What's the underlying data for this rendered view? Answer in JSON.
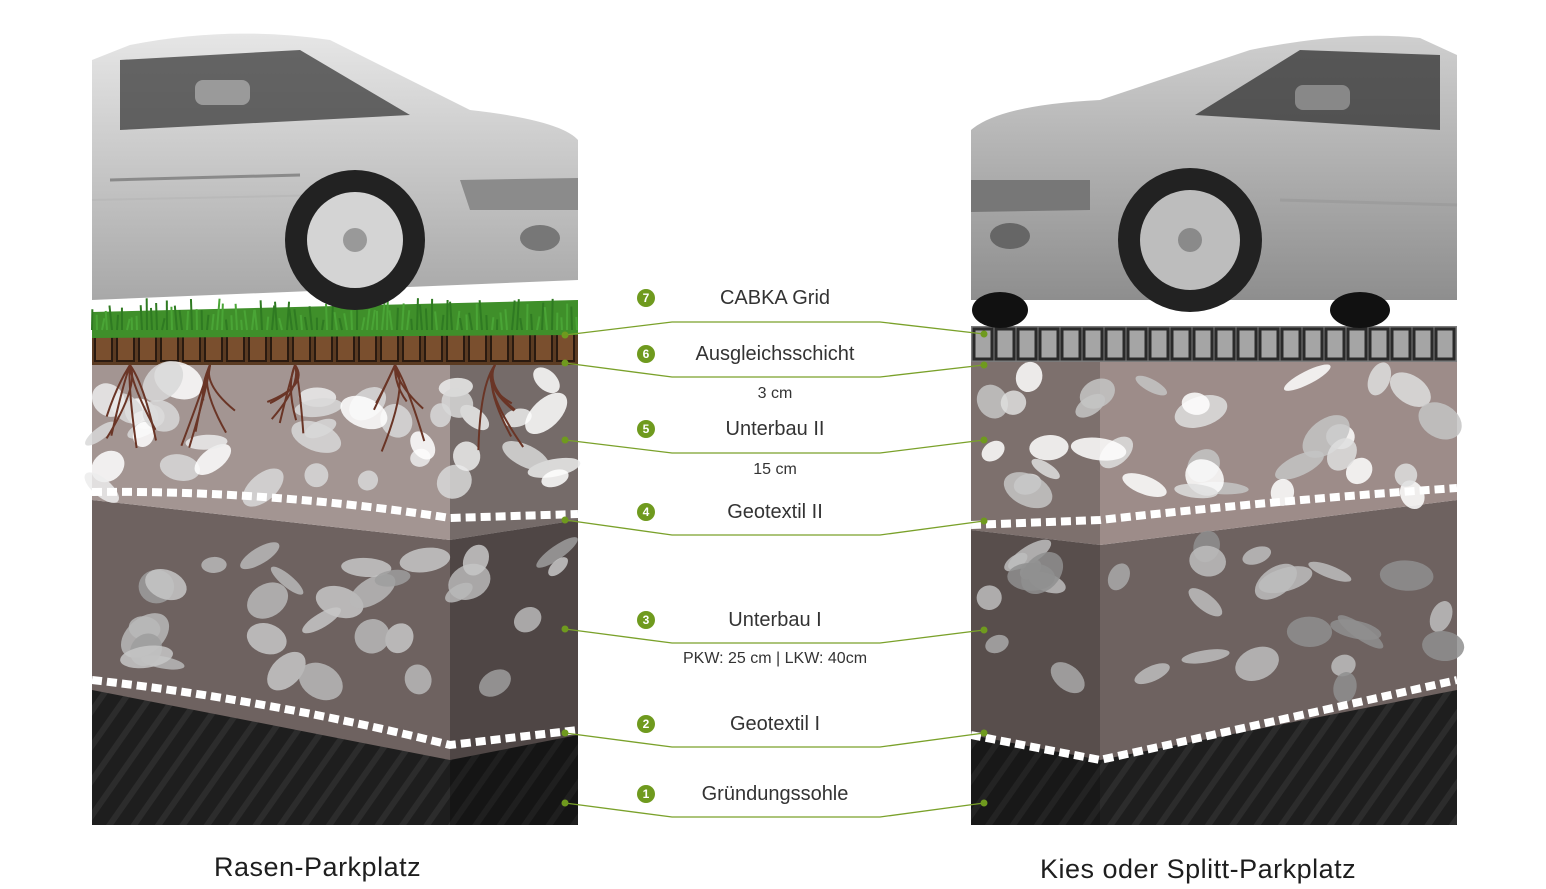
{
  "panels": {
    "left_title": "Rasen-Parkplatz",
    "right_title": "Kies oder Splitt-Parkplatz"
  },
  "layers": [
    {
      "number": "7",
      "label": "CABKA Grid",
      "sub": ""
    },
    {
      "number": "6",
      "label": "Ausgleichsschicht",
      "sub": "3 cm"
    },
    {
      "number": "5",
      "label": "Unterbau II",
      "sub": "15 cm"
    },
    {
      "number": "4",
      "label": "Geotextil II",
      "sub": ""
    },
    {
      "number": "3",
      "label": "Unterbau I",
      "sub": "PKW: 25 cm | LKW: 40cm"
    },
    {
      "number": "2",
      "label": "Geotextil I",
      "sub": ""
    },
    {
      "number": "1",
      "label": "Gründungssohle",
      "sub": ""
    }
  ],
  "colors": {
    "accent": "#6f9a1e",
    "grass": "#3f8f2a",
    "soil": "#5a3a22",
    "subbase_light": "#a09090",
    "subbase_dark": "#6c5f5d",
    "ground": "#1f1f1f",
    "car": "#cfcfcf"
  },
  "icons": [
    "car-illustration",
    "grass-icon",
    "gravel-grid-icon"
  ]
}
